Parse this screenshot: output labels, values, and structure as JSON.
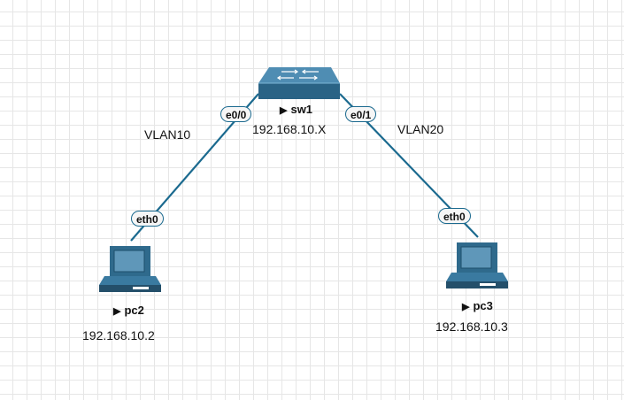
{
  "nodes": {
    "sw1": {
      "name": "sw1",
      "ip": "192.168.10.X"
    },
    "pc2": {
      "name": "pc2",
      "ip": "192.168.10.2"
    },
    "pc3": {
      "name": "pc3",
      "ip": "192.168.10.3"
    }
  },
  "links": [
    {
      "vlan": "VLAN10",
      "switch_port": "e0/0",
      "host_port": "eth0"
    },
    {
      "vlan": "VLAN20",
      "switch_port": "e0/1",
      "host_port": "eth0"
    }
  ],
  "colors": {
    "link": "#1b6a8f",
    "device": "#2f6a8c",
    "grid": "#e6e6e6"
  }
}
